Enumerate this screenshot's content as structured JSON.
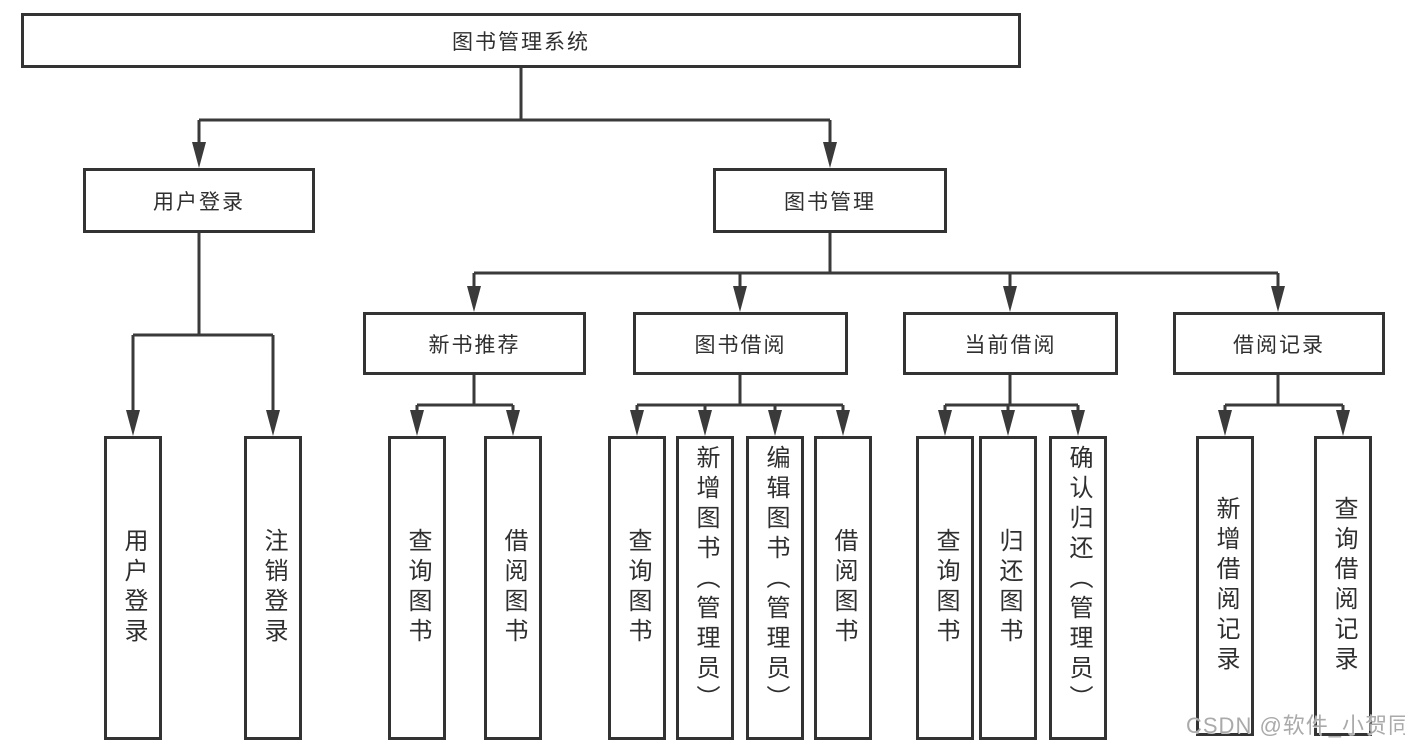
{
  "diagram": {
    "title": "图书管理系统",
    "watermark": "CSDN @软件_小贺同学",
    "colors": {
      "line": "#3a3a3a",
      "box_border": "#333333",
      "text": "#2f2f2f",
      "watermark": "#aaaaaa",
      "background": "#ffffff"
    },
    "nodes": {
      "root": "图书管理系统",
      "user_login": "用户登录",
      "book_management": "图书管理",
      "new_book_recommend": "新书推荐",
      "book_borrow": "图书借阅",
      "current_borrow": "当前借阅",
      "borrow_record": "借阅记录",
      "leaves": {
        "user_login": "用户登录",
        "logout": "注销登录",
        "nb_query_books": "查询图书",
        "nb_borrow_books": "借阅图书",
        "bb_query_books": "查询图书",
        "bb_add_books": "新增图书（管理员）",
        "bb_edit_books": "编辑图书（管理员）",
        "bb_borrow_books": "借阅图书",
        "cb_query_books": "查询图书",
        "cb_return_books": "归还图书",
        "cb_confirm_return": "确认归还（管理员）",
        "br_add_record": "新增借阅记录",
        "br_query_record": "查询借阅记录"
      }
    },
    "structure": {
      "图书管理系统": [
        "用户登录",
        "图书管理"
      ],
      "用户登录": [
        "用户登录",
        "注销登录"
      ],
      "图书管理": [
        "新书推荐",
        "图书借阅",
        "当前借阅",
        "借阅记录"
      ],
      "新书推荐": [
        "查询图书",
        "借阅图书"
      ],
      "图书借阅": [
        "查询图书",
        "新增图书（管理员）",
        "编辑图书（管理员）",
        "借阅图书"
      ],
      "当前借阅": [
        "查询图书",
        "归还图书",
        "确认归还（管理员）"
      ],
      "借阅记录": [
        "新增借阅记录",
        "查询借阅记录"
      ]
    }
  }
}
